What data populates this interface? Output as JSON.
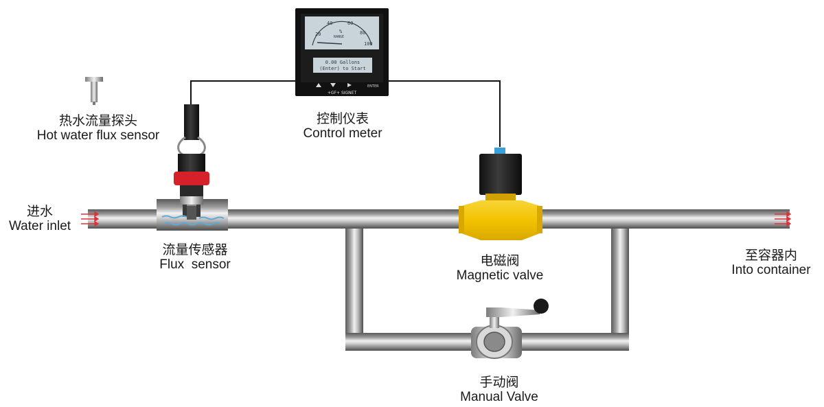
{
  "labels": {
    "hot_sensor": {
      "zh": "热水流量探头",
      "en": "Hot water flux sensor"
    },
    "control_meter": {
      "zh": "控制仪表",
      "en": "Control meter"
    },
    "water_inlet": {
      "zh": "进水",
      "en": "Water inlet"
    },
    "flux_sensor": {
      "zh": "流量传感器",
      "en": "Flux  sensor"
    },
    "magnetic_valve": {
      "zh": "电磁阀",
      "en": "Magnetic valve"
    },
    "into_container": {
      "zh": "至容器内",
      "en": "Into container"
    },
    "manual_valve": {
      "zh": "手动阀",
      "en": "Manual Valve"
    }
  },
  "meter": {
    "line1": "0.00 Gallons",
    "line2": "(Enter) to Start",
    "brand": "+GF+ SIGNET",
    "unit": "%",
    "unit2": "RANGE",
    "enter_key": "ENTER",
    "scale": [
      "20",
      "40",
      "60",
      "80",
      "100"
    ]
  },
  "colors": {
    "pipe_dark": "#6b6b6b",
    "pipe_light": "#e9e9e9",
    "magnetic_valve_body": "#f5c400",
    "sensor_collar": "#d6202a",
    "solenoid_indicator": "#3aa0d8",
    "flow_arrow": "#e0303a",
    "meter_frame": "#111111",
    "meter_screen": "#c9d3da"
  }
}
